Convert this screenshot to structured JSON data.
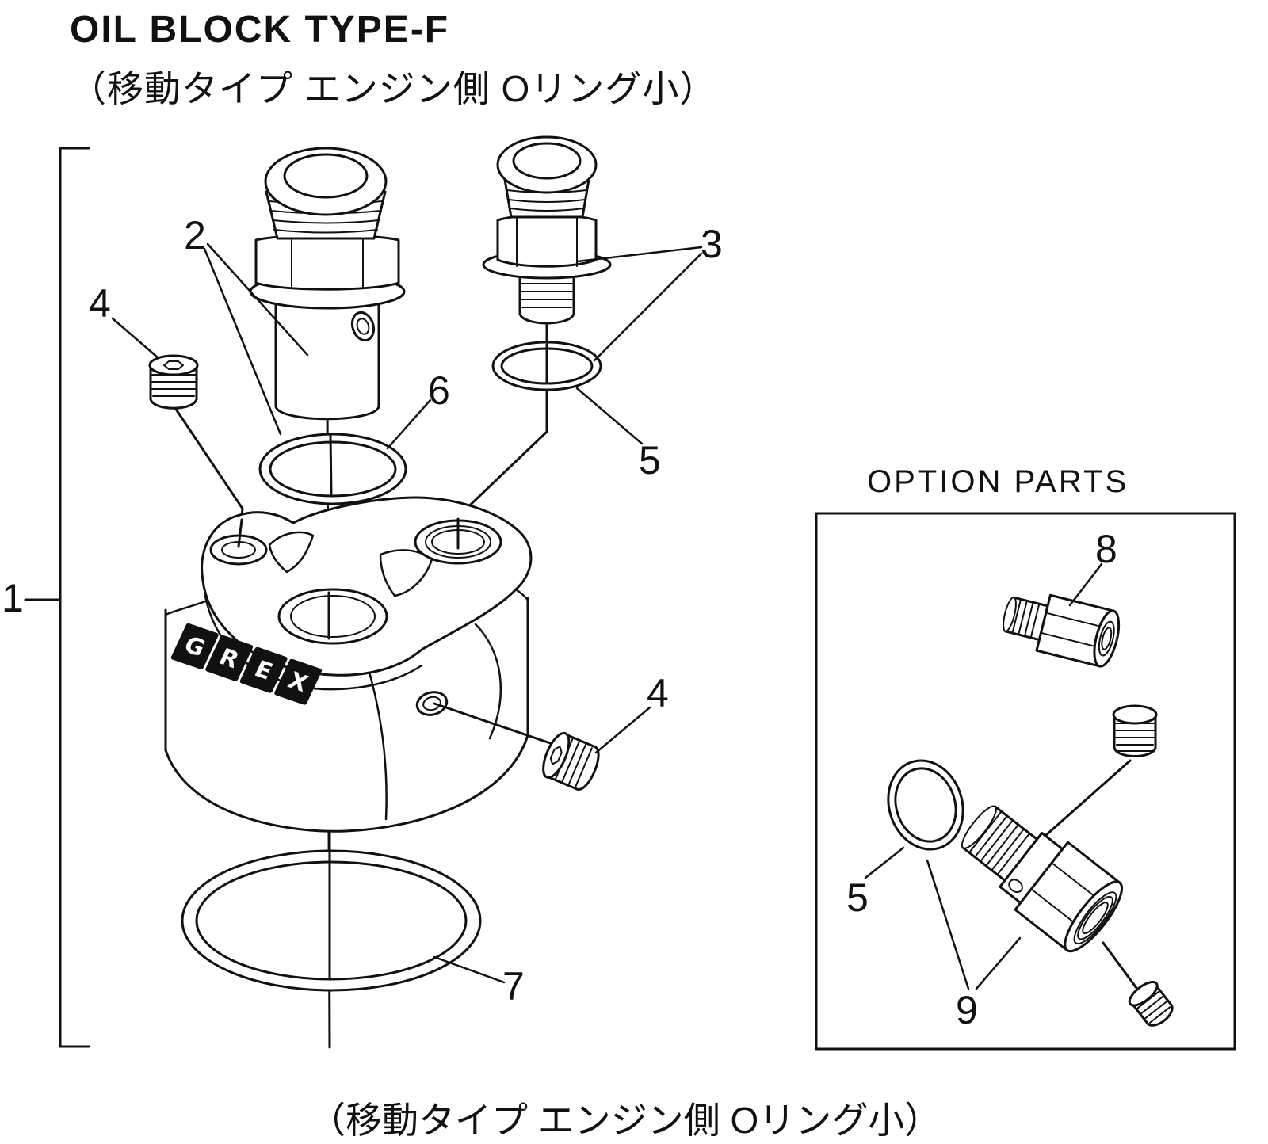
{
  "header": {
    "title": "OIL BLOCK TYPE-F",
    "subtitle": "（移動タイプ エンジン側 Oリング小）"
  },
  "diagram": {
    "callouts": {
      "assembly": "1",
      "fitting_left": "2",
      "fitting_right": "3",
      "plug_left": "4",
      "plug_side": "4",
      "oring_small": "5",
      "oring_mid": "6",
      "oring_large": "7"
    },
    "logo_letters": [
      "G",
      "R",
      "E",
      "X"
    ]
  },
  "option_parts": {
    "label": "OPTION PARTS",
    "callouts": {
      "adapter": "8",
      "oring": "5",
      "fitting": "9"
    }
  },
  "footer": {
    "caption": "（移動タイプ エンジン側 Oリング小）"
  }
}
